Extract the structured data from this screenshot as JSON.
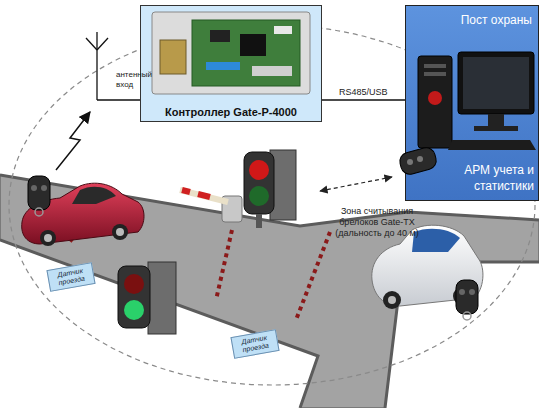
{
  "diagram": {
    "nodes": [
      {
        "text": [
          "Контроллер Gate-P-4000"
        ]
      },
      {
        "text": [
          "Пост охраны",
          "АРМ учета и статистики"
        ]
      },
      {
        "text": [
          "Датчик проезда"
        ]
      },
      {
        "text": [
          "Датчик проезда"
        ]
      }
    ],
    "edges": [
      {
        "from": 0,
        "to": 1,
        "label": "RS485/USB",
        "arrow": "none"
      }
    ],
    "labels": [
      "антенный вход",
      "Зона считывания брелоков Gate-TX (дальность до 40 м)"
    ]
  }
}
